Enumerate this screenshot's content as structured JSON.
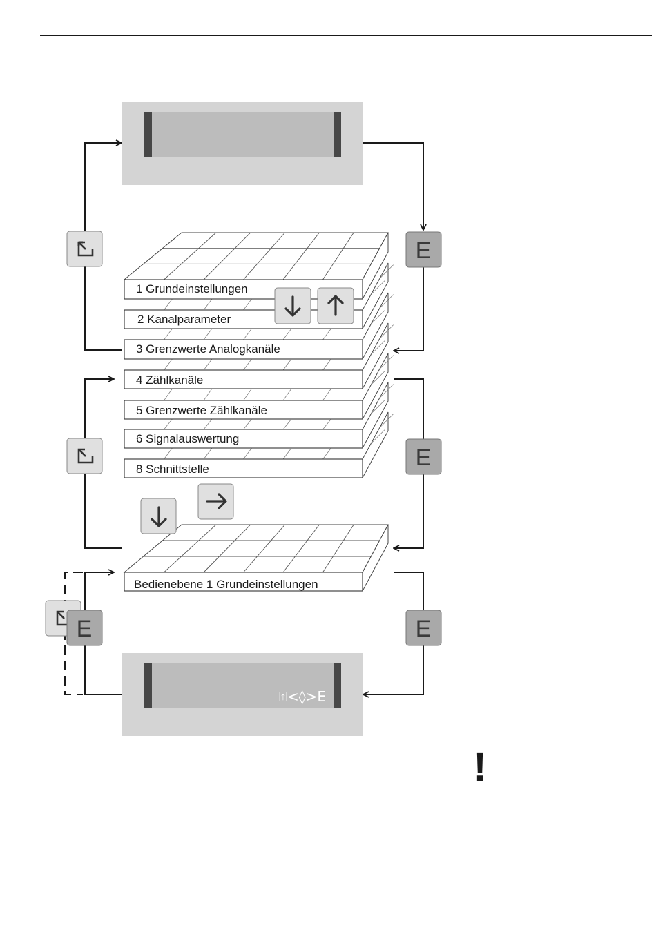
{
  "menu_items": [
    "1 Grundeinstellungen",
    "2 Kanalparameter",
    "3 Grenzwerte Analogkanäle",
    "4 Zählkanäle",
    "5 Grenzwerte Zählkanäle",
    "6 Signalauswertung",
    "8 Schnittstelle"
  ],
  "sub_menu_item": "Bedienebene 1 Grundeinstellungen",
  "display_bottom_symbols": "⍐<◊>E",
  "enter_key_label": "E",
  "warning_mark": "!",
  "icons": {
    "escape_key": "escape-arrow-icon",
    "down_key": "arrow-down-icon",
    "up_key": "arrow-up-icon",
    "right_key": "arrow-right-icon"
  },
  "colors": {
    "display_frame": "#d4d4d4",
    "display_screen": "#bcbcbc",
    "key_light": "#e0e0e0",
    "key_dark": "#a9a9a9",
    "line": "#1a1a1a"
  }
}
